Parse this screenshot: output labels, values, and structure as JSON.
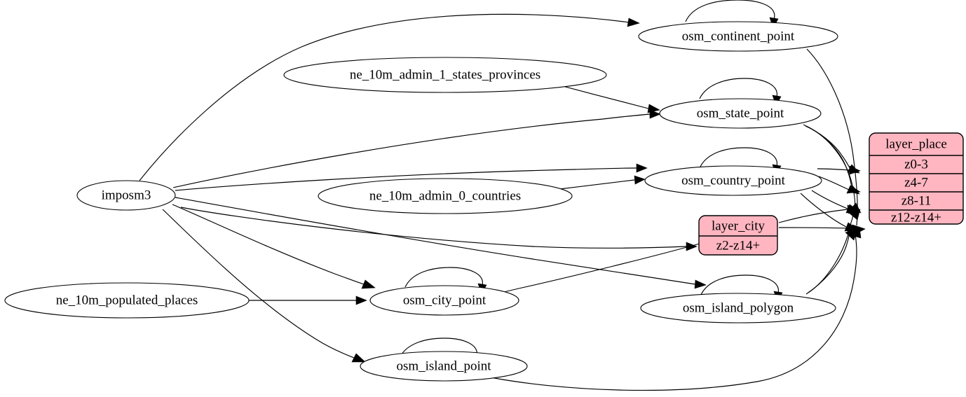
{
  "diagram": {
    "type": "directed-graph",
    "background_color": "#ffffff",
    "node_fill_default": "#ffffff",
    "record_fill_color": "#ffb6c1",
    "edge_color": "#000000",
    "nodes": [
      {
        "id": "imposm3",
        "label": "imposm3",
        "shape": "ellipse"
      },
      {
        "id": "ne_10m_populated_places",
        "label": "ne_10m_populated_places",
        "shape": "ellipse"
      },
      {
        "id": "ne_10m_admin_1_states_provinces",
        "label": "ne_10m_admin_1_states_provinces",
        "shape": "ellipse"
      },
      {
        "id": "ne_10m_admin_0_countries",
        "label": "ne_10m_admin_0_countries",
        "shape": "ellipse"
      },
      {
        "id": "osm_continent_point",
        "label": "osm_continent_point",
        "shape": "ellipse"
      },
      {
        "id": "osm_state_point",
        "label": "osm_state_point",
        "shape": "ellipse"
      },
      {
        "id": "osm_country_point",
        "label": "osm_country_point",
        "shape": "ellipse"
      },
      {
        "id": "osm_city_point",
        "label": "osm_city_point",
        "shape": "ellipse"
      },
      {
        "id": "osm_island_point",
        "label": "osm_island_point",
        "shape": "ellipse"
      },
      {
        "id": "osm_island_polygon",
        "label": "osm_island_polygon",
        "shape": "ellipse"
      }
    ],
    "record_nodes": [
      {
        "id": "layer_place",
        "title": "layer_place",
        "fill": "#ffb6c1",
        "rows": [
          "z0-3",
          "z4-7",
          "z8-11",
          "z12-z14+"
        ]
      },
      {
        "id": "layer_city",
        "title": "layer_city",
        "fill": "#ffb6c1",
        "rows": [
          "z2-z14+"
        ]
      }
    ],
    "edges": [
      {
        "from": "imposm3",
        "to": "osm_continent_point"
      },
      {
        "from": "imposm3",
        "to": "osm_state_point"
      },
      {
        "from": "imposm3",
        "to": "osm_country_point"
      },
      {
        "from": "imposm3",
        "to": "osm_city_point"
      },
      {
        "from": "imposm3",
        "to": "osm_island_point"
      },
      {
        "from": "ne_10m_admin_1_states_provinces",
        "to": "osm_state_point"
      },
      {
        "from": "ne_10m_admin_0_countries",
        "to": "osm_country_point"
      },
      {
        "from": "ne_10m_populated_places",
        "to": "osm_city_point"
      },
      {
        "from": "osm_continent_point",
        "to": "osm_continent_point",
        "kind": "self-loop"
      },
      {
        "from": "osm_state_point",
        "to": "osm_state_point",
        "kind": "self-loop"
      },
      {
        "from": "osm_country_point",
        "to": "osm_country_point",
        "kind": "self-loop"
      },
      {
        "from": "osm_city_point",
        "to": "osm_city_point",
        "kind": "self-loop"
      },
      {
        "from": "osm_island_point",
        "to": "osm_island_point",
        "kind": "self-loop"
      },
      {
        "from": "osm_island_polygon",
        "to": "osm_island_polygon",
        "kind": "self-loop"
      },
      {
        "from": "osm_continent_point",
        "to": "layer_place.z12-z14+"
      },
      {
        "from": "osm_state_point",
        "to": "layer_place.z0-3"
      },
      {
        "from": "osm_state_point",
        "to": "layer_place.z4-7"
      },
      {
        "from": "osm_state_point",
        "to": "layer_place.z8-11"
      },
      {
        "from": "osm_country_point",
        "to": "layer_place.z0-3"
      },
      {
        "from": "osm_country_point",
        "to": "layer_place.z4-7"
      },
      {
        "from": "osm_country_point",
        "to": "layer_place.z8-11"
      },
      {
        "from": "osm_country_point",
        "to": "layer_place.z12-z14+"
      },
      {
        "from": "layer_city",
        "to": "layer_place.z8-11"
      },
      {
        "from": "layer_city",
        "to": "layer_place.z12-z14+"
      },
      {
        "from": "layer_city",
        "to": "osm_city_point"
      },
      {
        "from": "osm_city_point",
        "to": "layer_city.z2-z14+"
      },
      {
        "from": "osm_island_polygon",
        "to": "layer_place.z8-11"
      },
      {
        "from": "osm_island_polygon",
        "to": "layer_place.z12-z14+"
      },
      {
        "from": "osm_island_point",
        "to": "layer_place.z12-z14+"
      },
      {
        "from": "imposm3",
        "to": "osm_island_polygon"
      }
    ]
  }
}
